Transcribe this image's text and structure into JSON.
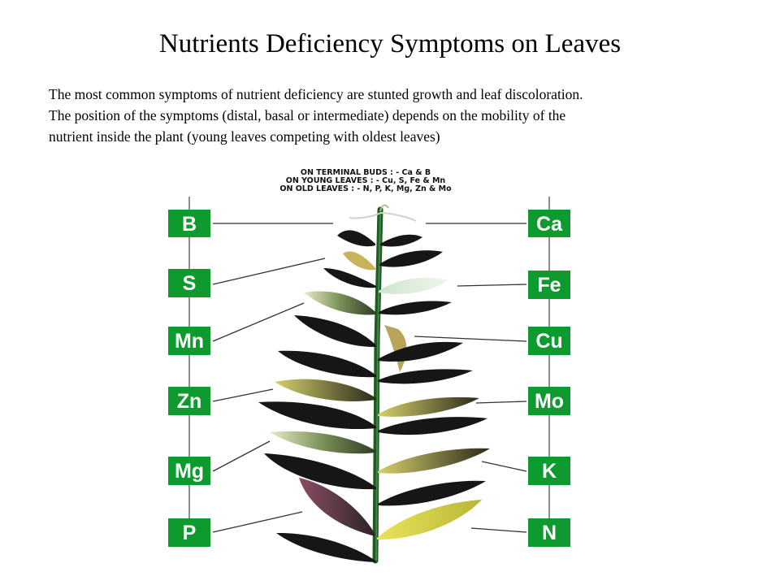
{
  "title": "Nutrients Deficiency Symptoms on Leaves",
  "intro": [
    "The most common symptoms of nutrient deficiency are stunted growth and leaf discoloration.",
    "The position of the symptoms (distal, basal or intermediate) depends on the mobility of the",
    "nutrient inside the plant (young leaves competing with oldest leaves)"
  ],
  "legend": [
    "ON TERMINAL BUDS : - Ca & B",
    "ON YOUNG LEAVES : - Cu, S, Fe & Mn",
    "ON OLD LEAVES : - N, P, K, Mg, Zn & Mo"
  ],
  "nutrients": {
    "left": [
      "B",
      "S",
      "Mn",
      "Zn",
      "Mg",
      "P"
    ],
    "right": [
      "Ca",
      "Fe",
      "Cu",
      "Mo",
      "K",
      "N"
    ]
  },
  "colors": {
    "box_fill": "#0f9a2f",
    "box_text": "#ffffff",
    "leaf_dark": "#161616",
    "leaf_yellow": "#d6d24a",
    "leaf_pale": "#d8ead6",
    "stem": "#1f5a22"
  }
}
